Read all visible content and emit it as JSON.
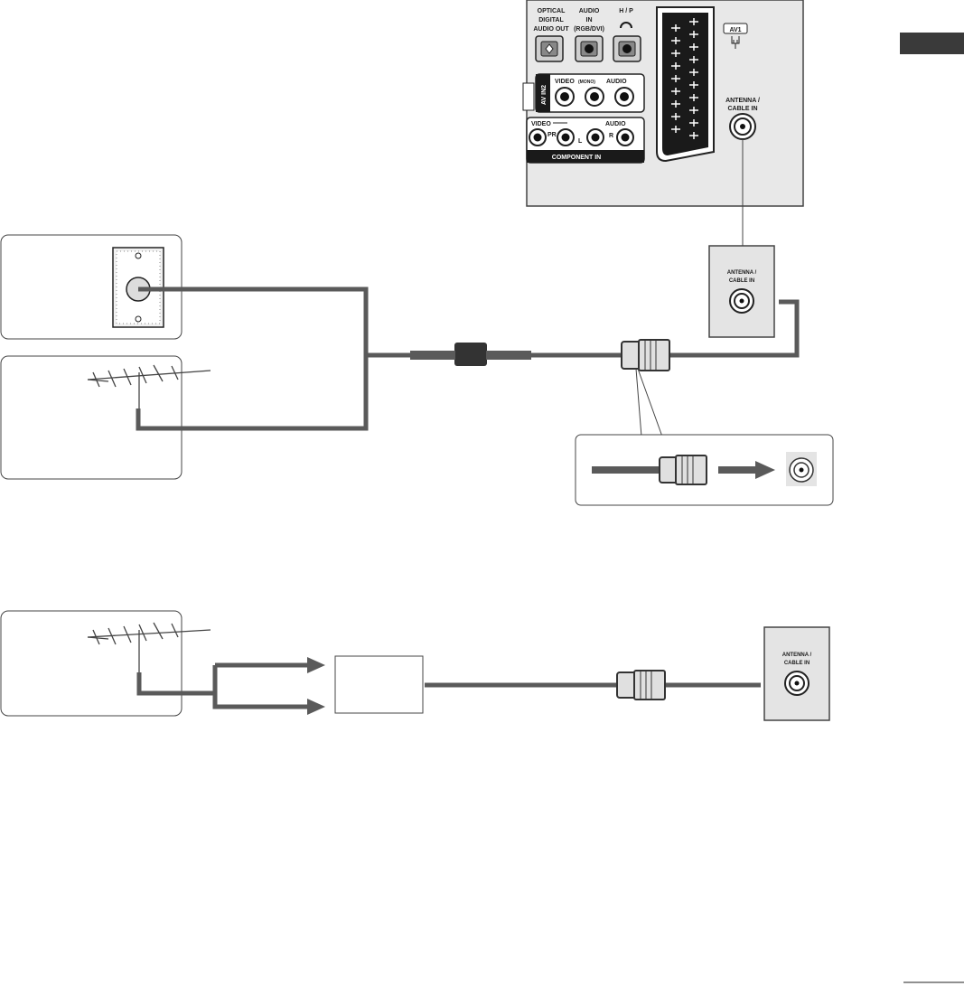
{
  "tv_panel": {
    "optical": [
      "OPTICAL",
      "DIGITAL",
      "AUDIO OUT"
    ],
    "audio_in": [
      "AUDIO",
      "IN",
      "(RGB/DVI)"
    ],
    "hp": "H / P",
    "av1": "AV1",
    "av_in2": "AV IN2",
    "video": "VIDEO",
    "mono": "(MONO)",
    "audio_lr": "AUDIO",
    "video2": "VIDEO",
    "audio2": "AUDIO",
    "pr": "PR",
    "l": "L",
    "r": "R",
    "component_in": "COMPONENT IN",
    "antenna": [
      "ANTENNA /",
      "CABLE IN"
    ]
  },
  "jack_box_1": {
    "label": [
      "ANTENNA /",
      "CABLE IN"
    ]
  },
  "jack_box_2": {
    "label": [
      "ANTENNA /",
      "CABLE IN"
    ]
  },
  "colors": {
    "cable": "#5a5a5a",
    "panel": "#e8e8e8",
    "tab": "#3a3a3a"
  }
}
